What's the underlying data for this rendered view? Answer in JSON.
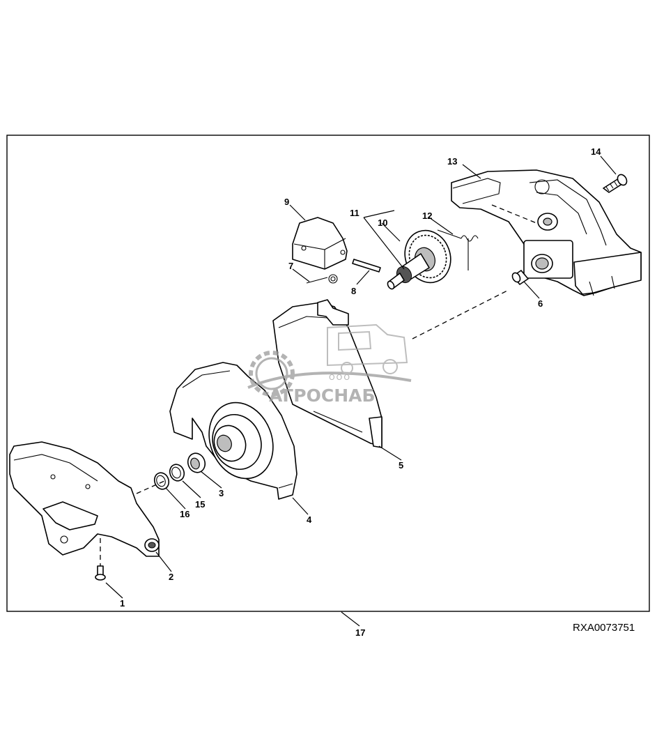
{
  "diagram": {
    "frame_callout": "17",
    "reference_code": "RXA0073751",
    "watermark": {
      "prefix": "ООО",
      "brand": "АГРОСНАБ",
      "gear_icon": "gear-icon"
    },
    "callouts": [
      "1",
      "2",
      "3",
      "4",
      "5",
      "6",
      "7",
      "8",
      "9",
      "10",
      "11",
      "12",
      "13",
      "14",
      "15",
      "16"
    ]
  }
}
